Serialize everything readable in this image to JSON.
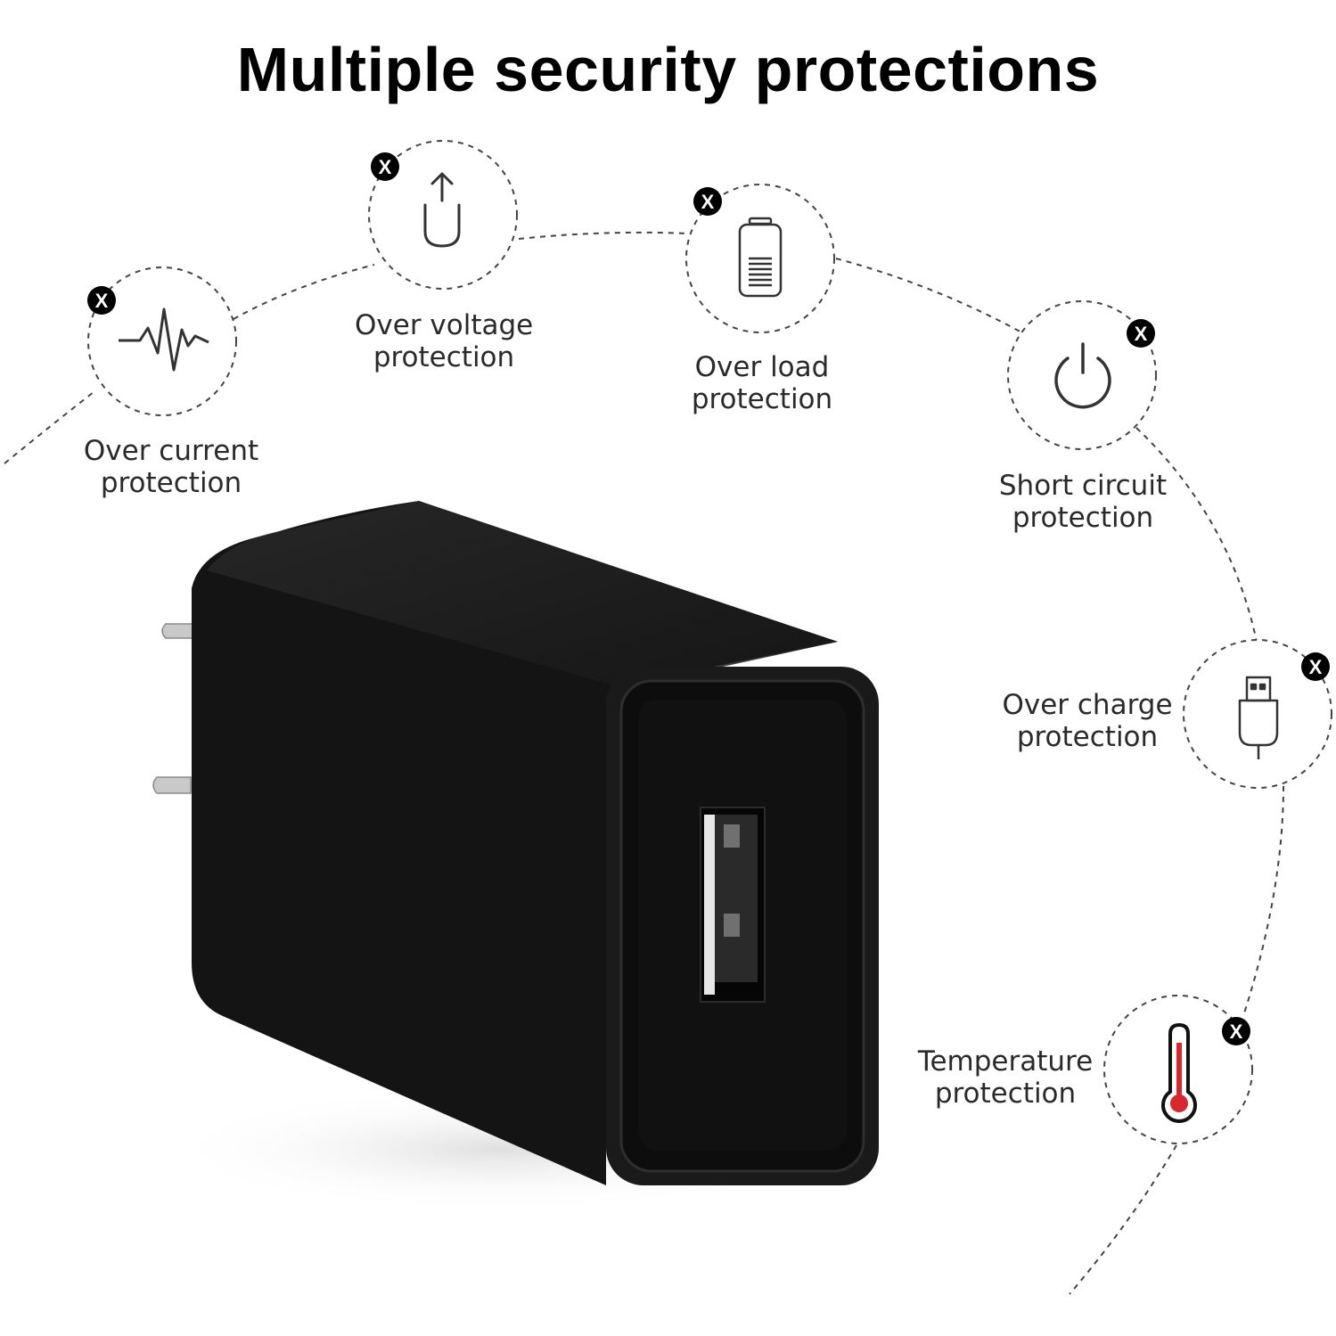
{
  "title": "Multiple security protections",
  "features": [
    {
      "id": "over-current",
      "icon": "heartbeat-wave-icon",
      "line1": "Over current",
      "line2": "protection"
    },
    {
      "id": "over-voltage",
      "icon": "upload-arrow-u-icon",
      "line1": "Over voltage",
      "line2": "protection"
    },
    {
      "id": "over-load",
      "icon": "battery-icon",
      "line1": "Over load",
      "line2": "protection"
    },
    {
      "id": "short-circuit",
      "icon": "power-icon",
      "line1": "Short circuit",
      "line2": "protection"
    },
    {
      "id": "over-charge",
      "icon": "usb-plug-icon",
      "line1": "Over charge",
      "line2": "protection"
    },
    {
      "id": "temperature",
      "icon": "thermometer-icon",
      "line1": "Temperature",
      "line2": "protection"
    }
  ],
  "badge_text": "X",
  "colors": {
    "text": "#2a2a2a",
    "charger": "#121212",
    "badge": "#000000",
    "thermometer_fill": "#d8282f"
  }
}
